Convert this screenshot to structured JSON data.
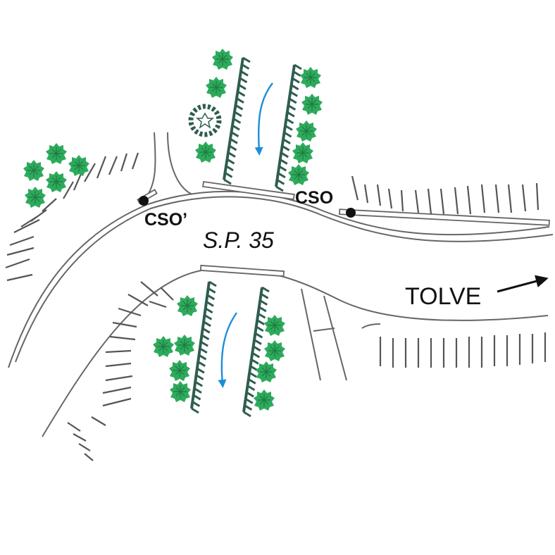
{
  "labels": {
    "cso_right": "CSO",
    "cso_left": "CSO’",
    "road": "S.P. 35",
    "destination": "TOLVE"
  },
  "colors": {
    "road_line": "#666666",
    "embankment": "#555555",
    "hedge": "#2f5d50",
    "tree": "#2eaa5c",
    "flow_arrow": "#1a8fd8",
    "marker": "#111111"
  },
  "icons": {
    "tree": "tree-icon",
    "flow": "flow-arrow-icon",
    "destination": "direction-arrow-icon",
    "marker": "point-marker-icon"
  }
}
